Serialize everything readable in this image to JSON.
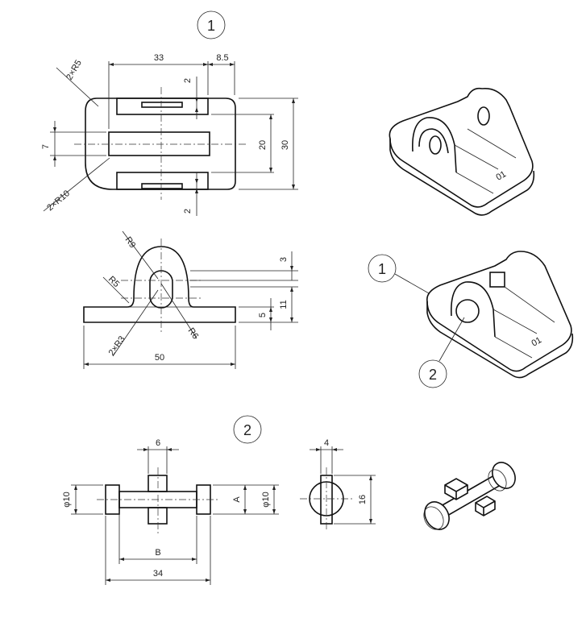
{
  "callouts": {
    "part1": "1",
    "part2": "2",
    "iso_part1": "1",
    "iso_part2": "2"
  },
  "top_view": {
    "dim_width": "33",
    "dim_offset": "8.5",
    "dim_slot_top": "2",
    "dim_slot_bottom": "2",
    "dim_corner_small": "2×R5",
    "dim_corner_large": "2×R10",
    "dim_slot_height": "7",
    "dim_inner_height": "20",
    "dim_total_height": "30"
  },
  "front_view": {
    "dim_arc_outer": "R9",
    "dim_fillet": "R5",
    "dim_holes": "2×R3",
    "dim_inner_arc": "R6",
    "dim_top": "3",
    "dim_height": "11",
    "dim_base": "5",
    "dim_length": "50"
  },
  "pin_view": {
    "dim_block_width": "6",
    "dim_head_dia": "φ10",
    "dim_shaft_dia": "φ10",
    "dim_a": "A",
    "dim_b": "B",
    "dim_overall": "34",
    "dim_side_width": "4",
    "dim_side_height": "16"
  },
  "iso_labels": {
    "engraving_1": "01",
    "engraving_2": "01"
  }
}
